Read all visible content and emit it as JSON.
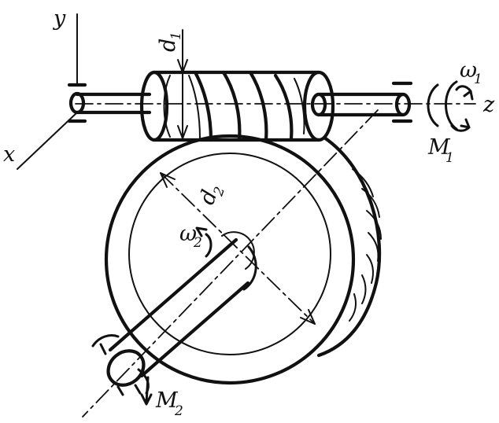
{
  "labels": {
    "y": "y",
    "x": "x",
    "z": "z",
    "d1": {
      "main": "d",
      "sub": "1"
    },
    "d2": {
      "main": "d",
      "sub": "2"
    },
    "omega1": {
      "main": "ω",
      "sub": "1"
    },
    "omega2": {
      "main": "ω",
      "sub": "2"
    },
    "M1": {
      "main": "M",
      "sub": "1"
    },
    "M2": {
      "main": "M",
      "sub": "2"
    }
  }
}
